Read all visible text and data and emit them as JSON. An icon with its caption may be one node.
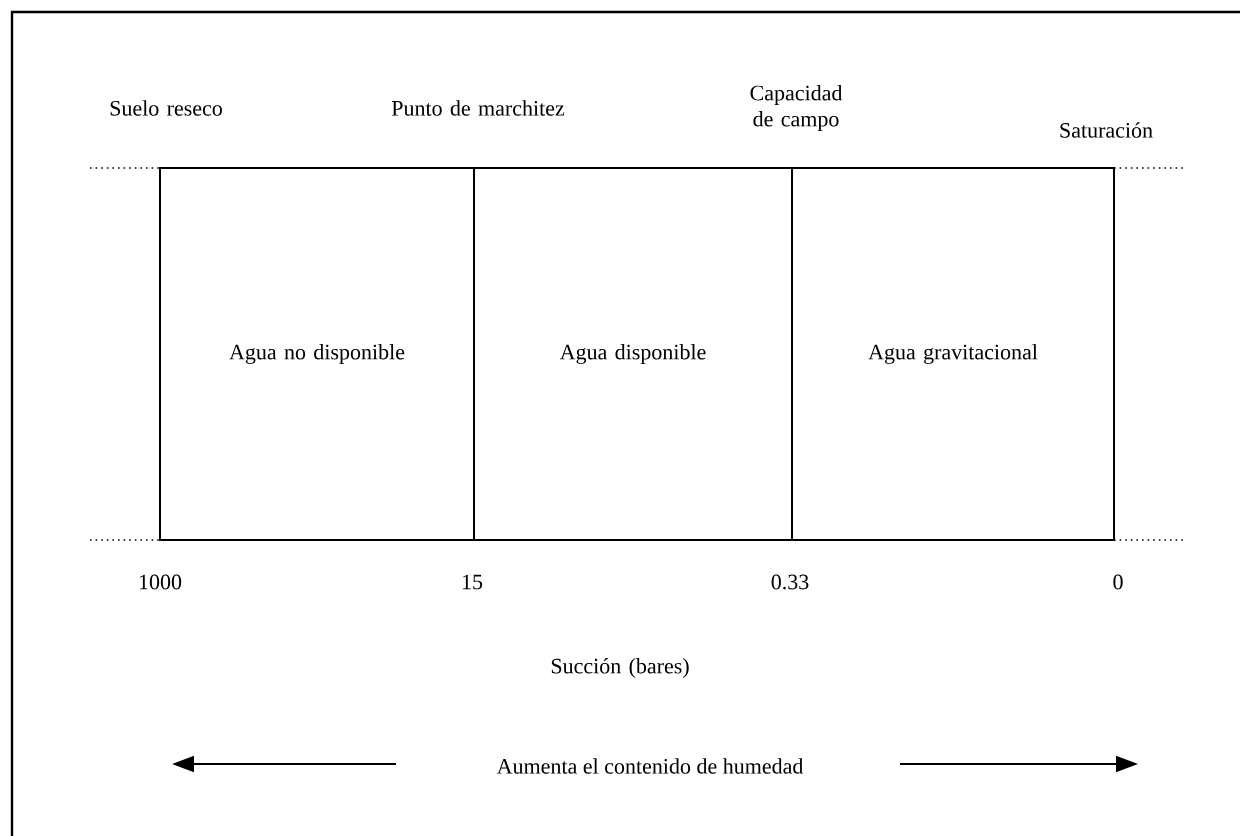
{
  "diagram": {
    "nodes": [
      {
        "text": [
          "Agua no disponible"
        ]
      },
      {
        "text": [
          "Agua disponible"
        ]
      },
      {
        "text": [
          "Agua gravitacional"
        ]
      }
    ],
    "labels": [
      "Suelo reseco",
      "Punto de marchitez",
      "Capacidad de campo",
      "Saturación",
      "1000",
      "15",
      "0.33",
      "0",
      "Succión (bares)",
      "Aumenta el contenido de humedad"
    ]
  }
}
